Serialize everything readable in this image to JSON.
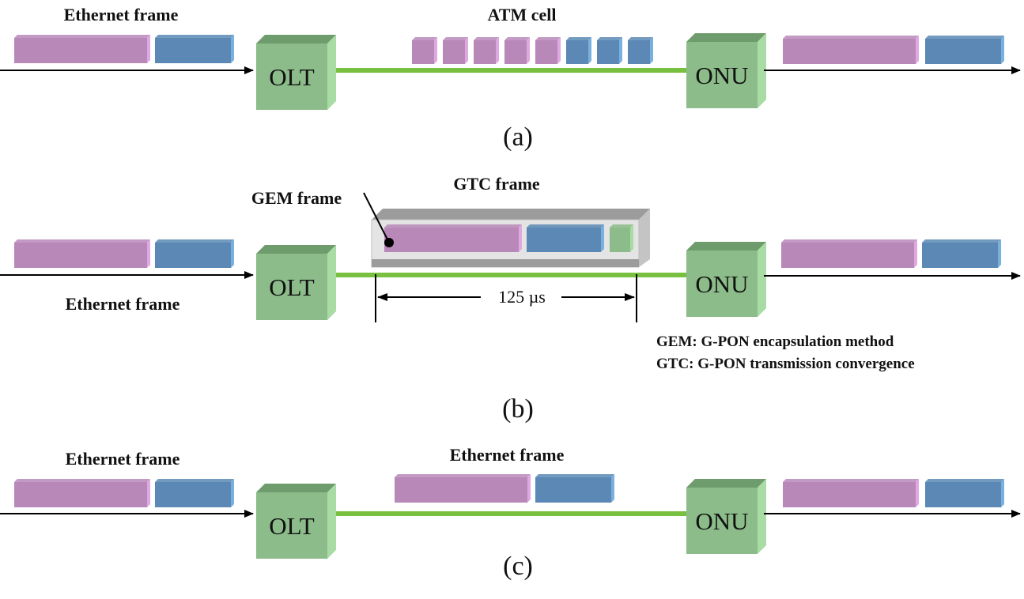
{
  "colors": {
    "payload": "#b888b8",
    "payload_side": "#e0a8e0",
    "header": "#5b88b4",
    "header_side": "#78b0e0",
    "node": "#8cbc8a",
    "node_top": "#6e9c6c",
    "node_side": "#a8dca4",
    "fiber": "#78c040",
    "gtc_outer": "#9c9c9c",
    "gtc_inner": "#e6e6e6",
    "gtc_trailer": "#8cbc8a"
  },
  "panels": [
    {
      "id": "a",
      "caption": "(a)",
      "left_label": "Ethernet frame",
      "middle_label": "ATM cell",
      "olt_label": "OLT",
      "onu_label": "ONU",
      "atm_cells": [
        "payload",
        "payload",
        "payload",
        "payload",
        "payload",
        "header",
        "header",
        "header"
      ]
    },
    {
      "id": "b",
      "caption": "(b)",
      "left_label": "Ethernet frame",
      "gtc_label": "GTC frame",
      "gem_label": "GEM frame",
      "duration_label": "125 µs",
      "olt_label": "OLT",
      "onu_label": "ONU",
      "legend": [
        "GEM: G-PON encapsulation method",
        "GTC: G-PON transmission convergence"
      ]
    },
    {
      "id": "c",
      "caption": "(c)",
      "left_label": "Ethernet frame",
      "middle_label": "Ethernet frame",
      "olt_label": "OLT",
      "onu_label": "ONU"
    }
  ]
}
